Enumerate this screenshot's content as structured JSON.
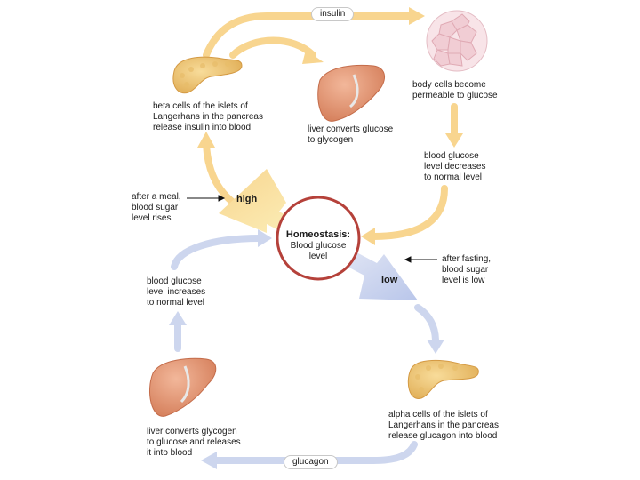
{
  "title": "",
  "colors": {
    "insulin_arrow": "#f8d58f",
    "glucagon_arrow": "#cdd6ee",
    "homeostasis_ring": "#b5413a",
    "organ": "#e39a74",
    "pancreas": "#f0c879"
  },
  "labels": {
    "insulin": "insulin",
    "glucagon": "glucagon",
    "beta_cells": "beta cells of the islets of\nLangerhans in the pancreas\nrelease insulin into blood",
    "liver_to_glycogen": "liver converts glucose\nto glycogen",
    "body_cells": "body cells become\npermeable to glucose",
    "glucose_decrease": "blood glucose\nlevel decreases\nto normal level",
    "after_meal": "after a meal,\nblood sugar\nlevel rises",
    "high": "high",
    "low": "low",
    "homeostasis_title": "Homeostasis:",
    "homeostasis_sub": "Blood glucose\nlevel",
    "after_fasting": "after fasting,\nblood sugar\nlevel is low",
    "glucose_increase": "blood glucose\nlevel increases\nto normal level",
    "alpha_cells": "alpha cells of the islets of\nLangerhans in the pancreas\nrelease glucagon into blood",
    "liver_to_glucose": "liver converts glycogen\nto glucose and releases\nit into blood"
  }
}
